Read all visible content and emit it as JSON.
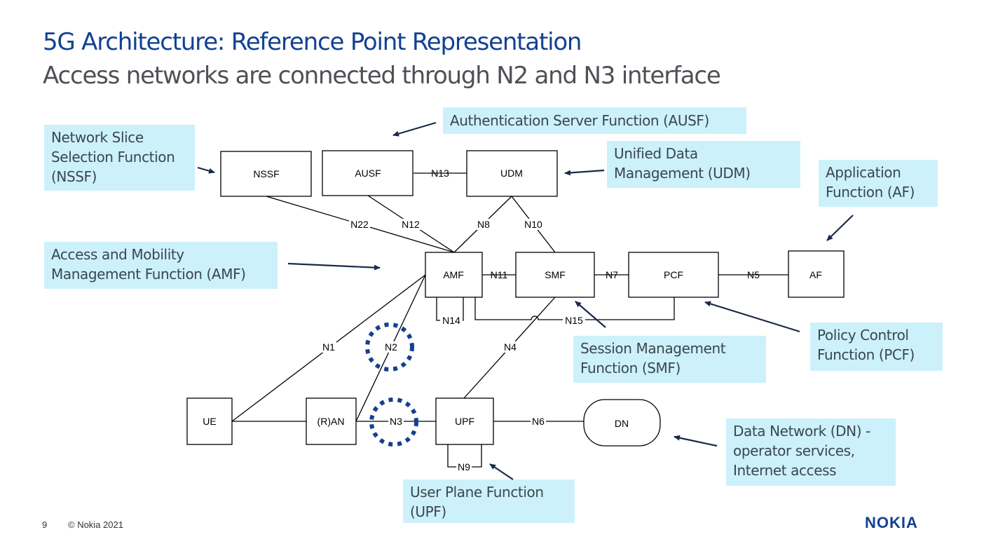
{
  "slide": {
    "title": "5G Architecture: Reference Point Representation",
    "subtitle": "Access networks are connected through N2 and N3 interface",
    "page_number": "9",
    "copyright": "© Nokia 2021",
    "logo": "NOKIA"
  },
  "colors": {
    "title": "#124191",
    "subtitle": "#4d5156",
    "callout_bg": "#ccf1fb",
    "highlight_dots": "#124191",
    "arrow": "#1a2a4a"
  },
  "network_functions": {
    "nssf": "NSSF",
    "ausf": "AUSF",
    "udm": "UDM",
    "amf": "AMF",
    "smf": "SMF",
    "pcf": "PCF",
    "af": "AF",
    "ue": "UE",
    "ran": "(R)AN",
    "upf": "UPF",
    "dn": "DN"
  },
  "interfaces": {
    "n1": "N1",
    "n2": "N2",
    "n3": "N3",
    "n4": "N4",
    "n5": "N5",
    "n6": "N6",
    "n7": "N7",
    "n8": "N8",
    "n9": "N9",
    "n10": "N10",
    "n11": "N11",
    "n12": "N12",
    "n13": "N13",
    "n14": "N14",
    "n15": "N15",
    "n22": "N22"
  },
  "callouts": {
    "nssf": "Network Slice\nSelection Function\n(NSSF)",
    "ausf": "Authentication  Server Function (AUSF)",
    "udm": "Unified Data\nManagement (UDM)",
    "af": "Application\nFunction (AF)",
    "amf": "Access and Mobility\nManagement Function (AMF)",
    "smf": "Session Management\nFunction (SMF)",
    "pcf": "Policy Control\nFunction (PCF)",
    "dn": "Data Network (DN) -\noperator services,\nInternet access",
    "upf": "User Plane Function\n(UPF)"
  },
  "highlighted_interfaces": [
    "N2",
    "N3"
  ]
}
